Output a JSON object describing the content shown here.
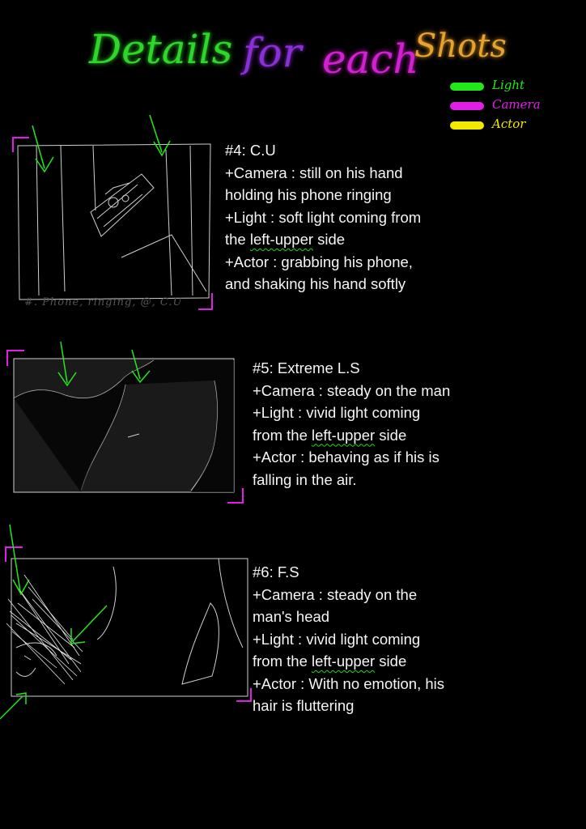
{
  "title": {
    "word1": "Details",
    "word2": "for",
    "word3": "each",
    "word4": "Shots"
  },
  "colors": {
    "light": "#22e81a",
    "camera": "#e21ee6",
    "actor": "#f2e800",
    "title1": "#2fd62a",
    "title2": "#8a2fd6",
    "title3": "#d21fd1",
    "title4": "#e8a22c"
  },
  "legend": [
    {
      "label": "Light",
      "color": "#22e81a"
    },
    {
      "label": "Camera",
      "color": "#e21ee6"
    },
    {
      "label": "Actor",
      "color": "#f2e800"
    }
  ],
  "shots": [
    {
      "heading": "#4: C.U",
      "camera": "+Camera : still on his hand",
      "camera2": "holding his phone ringing",
      "light": "+Light : soft light coming from",
      "light2_pre": "the ",
      "light2_ul": "left-upper",
      "light2_post": " side",
      "actor": "+Actor : grabbing his phone,",
      "actor2": "and shaking his hand softly",
      "caption": "#. Phone, ringing, @, C.U"
    },
    {
      "heading": "#5: Extreme L.S",
      "camera": "+Camera : steady on the man",
      "light": "+Light : vivid light coming",
      "light2_pre": "from the ",
      "light2_ul": "left-upper",
      "light2_post": " side",
      "actor": "+Actor : behaving as if his is",
      "actor2": "falling in the air."
    },
    {
      "heading": "#6: F.S",
      "camera": "+Camera : steady on the",
      "camera2": "man's head",
      "light": "+Light : vivid light coming",
      "light2_pre": "from the ",
      "light2_ul": "left-upper",
      "light2_post": " side",
      "actor": "+Actor : With no emotion, his",
      "actor2": "hair is fluttering"
    }
  ]
}
